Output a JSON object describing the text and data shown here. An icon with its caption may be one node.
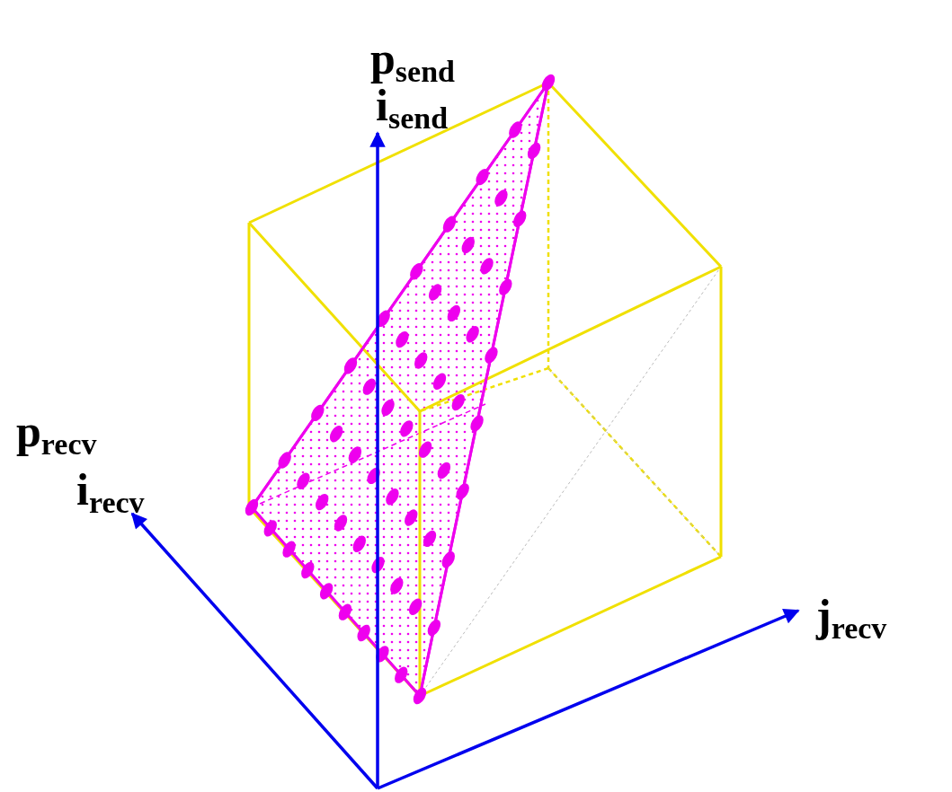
{
  "diagram": {
    "labels": [
      "p$_{send}$",
      "i$_{send}$",
      "p$_{recv}$",
      "i$_{recv}$",
      "j$_{recv}$"
    ]
  }
}
